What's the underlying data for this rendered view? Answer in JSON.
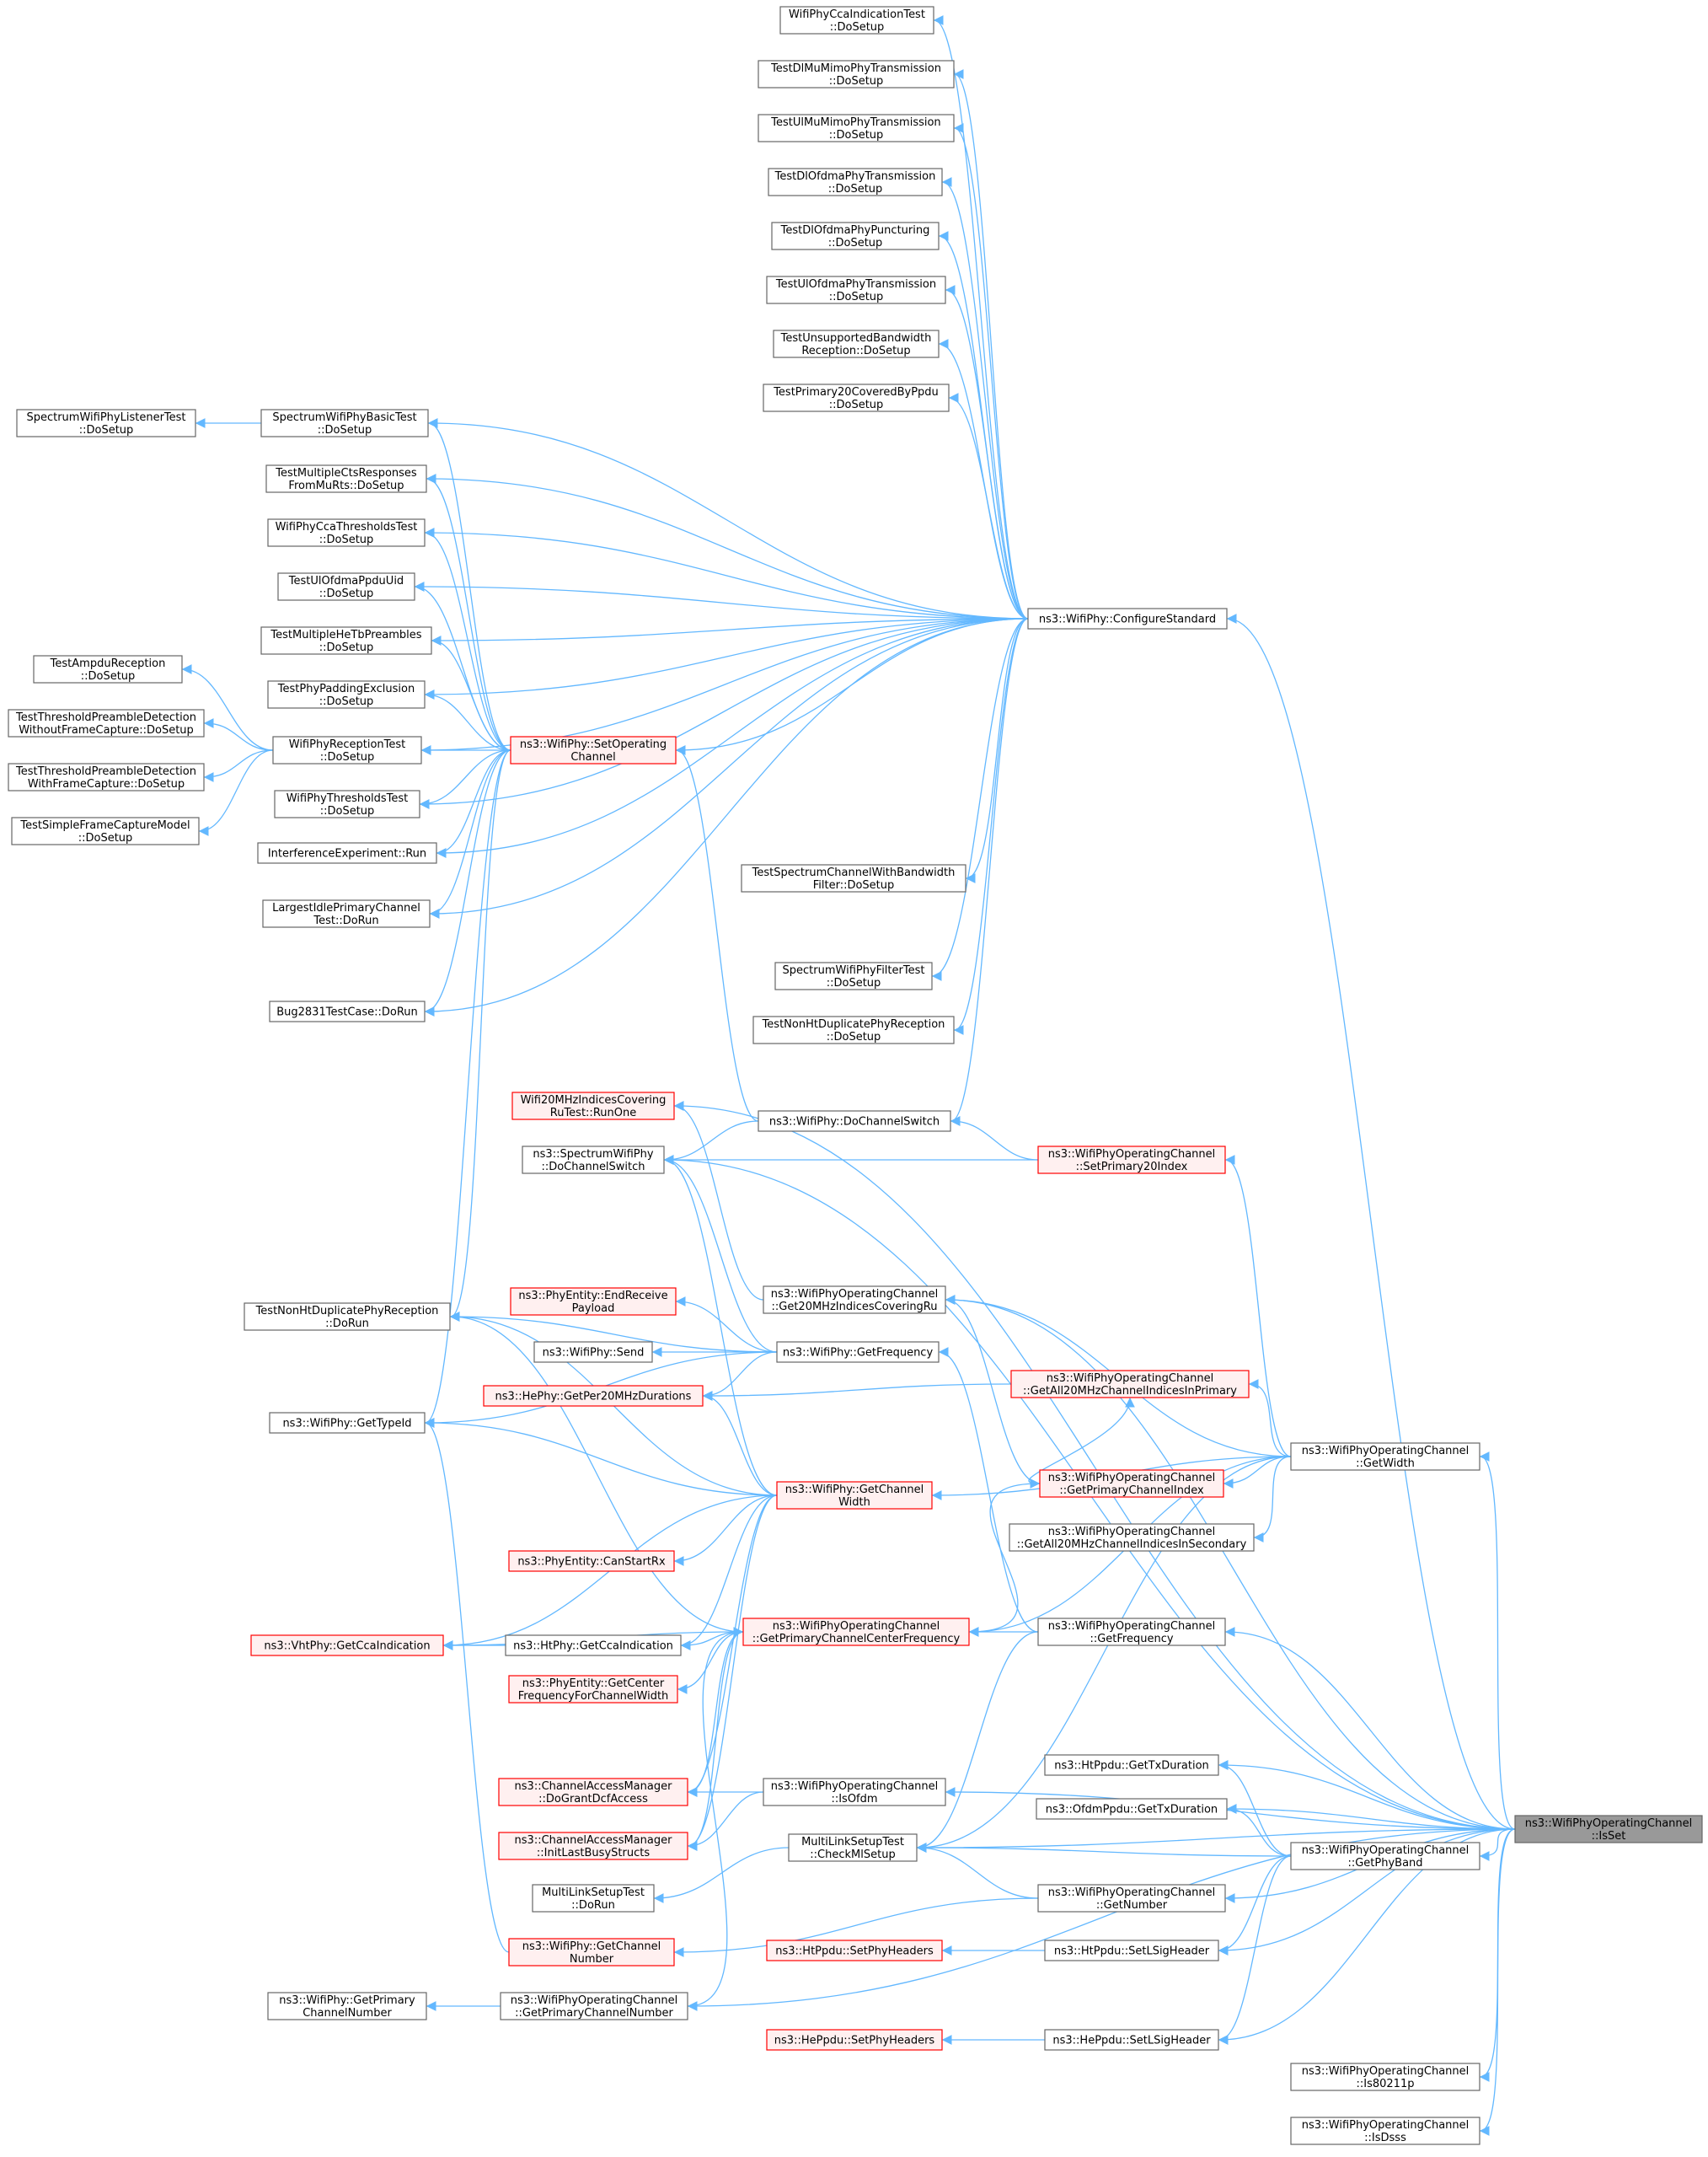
{
  "colors": {
    "edge": "#63B8FF",
    "normal_border": "#666666",
    "normal_fill": "#ffffff",
    "red_border": "#ff0000",
    "red_fill": "#fff0f0",
    "focus_fill": "#999999",
    "focus_border": "#666666",
    "text": "#000000"
  },
  "nodes": [
    {
      "id": "n1",
      "lines": [
        "WifiPhyCcaIndicationTest",
        "::DoSetup"
      ],
      "style": "normal"
    },
    {
      "id": "n2",
      "lines": [
        "TestDlMuMimoPhyTransmission",
        "::DoSetup"
      ],
      "style": "normal"
    },
    {
      "id": "n3",
      "lines": [
        "TestUlMuMimoPhyTransmission",
        "::DoSetup"
      ],
      "style": "normal"
    },
    {
      "id": "n4",
      "lines": [
        "TestDlOfdmaPhyTransmission",
        "::DoSetup"
      ],
      "style": "normal"
    },
    {
      "id": "n5",
      "lines": [
        "TestDlOfdmaPhyPuncturing",
        "::DoSetup"
      ],
      "style": "normal"
    },
    {
      "id": "n6",
      "lines": [
        "TestUlOfdmaPhyTransmission",
        "::DoSetup"
      ],
      "style": "normal"
    },
    {
      "id": "n7",
      "lines": [
        "TestUnsupportedBandwidth",
        "Reception::DoSetup"
      ],
      "style": "normal"
    },
    {
      "id": "n8",
      "lines": [
        "TestPrimary20CoveredByPpdu",
        "::DoSetup"
      ],
      "style": "normal"
    },
    {
      "id": "n9",
      "lines": [
        "SpectrumWifiPhyListenerTest",
        "::DoSetup"
      ],
      "style": "normal"
    },
    {
      "id": "n10",
      "lines": [
        "SpectrumWifiPhyBasicTest",
        "::DoSetup"
      ],
      "style": "normal"
    },
    {
      "id": "n11",
      "lines": [
        "TestMultipleCtsResponses",
        "FromMuRts::DoSetup"
      ],
      "style": "normal"
    },
    {
      "id": "n12",
      "lines": [
        "WifiPhyCcaThresholdsTest",
        "::DoSetup"
      ],
      "style": "normal"
    },
    {
      "id": "n13",
      "lines": [
        "TestUlOfdmaPpduUid",
        "::DoSetup"
      ],
      "style": "normal"
    },
    {
      "id": "n14",
      "lines": [
        "TestMultipleHeTbPreambles",
        "::DoSetup"
      ],
      "style": "normal"
    },
    {
      "id": "n15",
      "lines": [
        "TestPhyPaddingExclusion",
        "::DoSetup"
      ],
      "style": "normal"
    },
    {
      "id": "n16",
      "lines": [
        "TestAmpduReception",
        "::DoSetup"
      ],
      "style": "normal"
    },
    {
      "id": "n17",
      "lines": [
        "TestThresholdPreambleDetection",
        "WithoutFrameCapture::DoSetup"
      ],
      "style": "normal"
    },
    {
      "id": "n18",
      "lines": [
        "TestThresholdPreambleDetection",
        "WithFrameCapture::DoSetup"
      ],
      "style": "normal"
    },
    {
      "id": "n19",
      "lines": [
        "TestSimpleFrameCaptureModel",
        "::DoSetup"
      ],
      "style": "normal"
    },
    {
      "id": "n20",
      "lines": [
        "WifiPhyReceptionTest",
        "::DoSetup"
      ],
      "style": "normal"
    },
    {
      "id": "n21",
      "lines": [
        "WifiPhyThresholdsTest",
        "::DoSetup"
      ],
      "style": "normal"
    },
    {
      "id": "n22",
      "lines": [
        "InterferenceExperiment::Run"
      ],
      "style": "normal"
    },
    {
      "id": "n23",
      "lines": [
        "LargestIdlePrimaryChannel",
        "Test::DoRun"
      ],
      "style": "normal"
    },
    {
      "id": "n24",
      "lines": [
        "Bug2831TestCase::DoRun"
      ],
      "style": "normal"
    },
    {
      "id": "n25",
      "lines": [
        "ns3::WifiPhy::SetOperating",
        "Channel"
      ],
      "style": "red"
    },
    {
      "id": "n26",
      "lines": [
        "ns3::WifiPhy::ConfigureStandard"
      ],
      "style": "normal"
    },
    {
      "id": "n27",
      "lines": [
        "TestSpectrumChannelWithBandwidth",
        "Filter::DoSetup"
      ],
      "style": "normal"
    },
    {
      "id": "n28",
      "lines": [
        "SpectrumWifiPhyFilterTest",
        "::DoSetup"
      ],
      "style": "normal"
    },
    {
      "id": "n29",
      "lines": [
        "TestNonHtDuplicatePhyReception",
        "::DoSetup"
      ],
      "style": "normal"
    },
    {
      "id": "n30",
      "lines": [
        "Wifi20MHzIndicesCovering",
        "RuTest::RunOne"
      ],
      "style": "red"
    },
    {
      "id": "n31",
      "lines": [
        "ns3::WifiPhy::DoChannelSwitch"
      ],
      "style": "normal"
    },
    {
      "id": "n32",
      "lines": [
        "ns3::SpectrumWifiPhy",
        "::DoChannelSwitch"
      ],
      "style": "normal"
    },
    {
      "id": "n33",
      "lines": [
        "ns3::WifiPhyOperatingChannel",
        "::SetPrimary20Index"
      ],
      "style": "red"
    },
    {
      "id": "n34",
      "lines": [
        "TestNonHtDuplicatePhyReception",
        "::DoRun"
      ],
      "style": "normal"
    },
    {
      "id": "n35",
      "lines": [
        "ns3::PhyEntity::EndReceive",
        "Payload"
      ],
      "style": "red"
    },
    {
      "id": "n36",
      "lines": [
        "ns3::WifiPhyOperatingChannel",
        "::Get20MHzIndicesCoveringRu"
      ],
      "style": "normal"
    },
    {
      "id": "n37",
      "lines": [
        "ns3::WifiPhy::Send"
      ],
      "style": "normal"
    },
    {
      "id": "n38",
      "lines": [
        "ns3::WifiPhy::GetFrequency"
      ],
      "style": "normal"
    },
    {
      "id": "n39",
      "lines": [
        "ns3::HePhy::GetPer20MHzDurations"
      ],
      "style": "red"
    },
    {
      "id": "n40",
      "lines": [
        "ns3::WifiPhyOperatingChannel",
        "::GetAll20MHzChannelIndicesInPrimary"
      ],
      "style": "red"
    },
    {
      "id": "n41",
      "lines": [
        "ns3::WifiPhy::GetTypeId"
      ],
      "style": "normal"
    },
    {
      "id": "n42",
      "lines": [
        "ns3::WifiPhyOperatingChannel",
        "::GetWidth"
      ],
      "style": "normal"
    },
    {
      "id": "n43",
      "lines": [
        "ns3::WifiPhyOperatingChannel",
        "::GetPrimaryChannelIndex"
      ],
      "style": "red"
    },
    {
      "id": "n44",
      "lines": [
        "ns3::WifiPhy::GetChannel",
        "Width"
      ],
      "style": "red"
    },
    {
      "id": "n45",
      "lines": [
        "ns3::WifiPhyOperatingChannel",
        "::GetAll20MHzChannelIndicesInSecondary"
      ],
      "style": "normal"
    },
    {
      "id": "n46",
      "lines": [
        "ns3::PhyEntity::CanStartRx"
      ],
      "style": "red"
    },
    {
      "id": "n47",
      "lines": [
        "ns3::VhtPhy::GetCcaIndication"
      ],
      "style": "red"
    },
    {
      "id": "n48",
      "lines": [
        "ns3::HtPhy::GetCcaIndication"
      ],
      "style": "normal"
    },
    {
      "id": "n49",
      "lines": [
        "ns3::WifiPhyOperatingChannel",
        "::GetPrimaryChannelCenterFrequency"
      ],
      "style": "red"
    },
    {
      "id": "n50",
      "lines": [
        "ns3::WifiPhyOperatingChannel",
        "::GetFrequency"
      ],
      "style": "normal"
    },
    {
      "id": "n51",
      "lines": [
        "ns3::PhyEntity::GetCenter",
        "FrequencyForChannelWidth"
      ],
      "style": "red"
    },
    {
      "id": "n52",
      "lines": [
        "ns3::HtPpdu::GetTxDuration"
      ],
      "style": "normal"
    },
    {
      "id": "n53",
      "lines": [
        "ns3::ChannelAccessManager",
        "::DoGrantDcfAccess"
      ],
      "style": "red"
    },
    {
      "id": "n54",
      "lines": [
        "ns3::WifiPhyOperatingChannel",
        "::IsOfdm"
      ],
      "style": "normal"
    },
    {
      "id": "n55",
      "lines": [
        "ns3::OfdmPpdu::GetTxDuration"
      ],
      "style": "normal"
    },
    {
      "id": "n56",
      "lines": [
        "ns3::WifiPhyOperatingChannel",
        "::IsSet"
      ],
      "style": "focus"
    },
    {
      "id": "n57",
      "lines": [
        "ns3::ChannelAccessManager",
        "::InitLastBusyStructs"
      ],
      "style": "red"
    },
    {
      "id": "n58",
      "lines": [
        "MultiLinkSetupTest",
        "::CheckMlSetup"
      ],
      "style": "normal"
    },
    {
      "id": "n59",
      "lines": [
        "ns3::WifiPhyOperatingChannel",
        "::GetPhyBand"
      ],
      "style": "normal"
    },
    {
      "id": "n60",
      "lines": [
        "MultiLinkSetupTest",
        "::DoRun"
      ],
      "style": "normal"
    },
    {
      "id": "n61",
      "lines": [
        "ns3::WifiPhyOperatingChannel",
        "::GetNumber"
      ],
      "style": "normal"
    },
    {
      "id": "n62",
      "lines": [
        "ns3::WifiPhy::GetChannel",
        "Number"
      ],
      "style": "red"
    },
    {
      "id": "n63",
      "lines": [
        "ns3::HtPpdu::SetPhyHeaders"
      ],
      "style": "red"
    },
    {
      "id": "n64",
      "lines": [
        "ns3::HtPpdu::SetLSigHeader"
      ],
      "style": "normal"
    },
    {
      "id": "n65",
      "lines": [
        "ns3::WifiPhy::GetPrimary",
        "ChannelNumber"
      ],
      "style": "normal"
    },
    {
      "id": "n66",
      "lines": [
        "ns3::WifiPhyOperatingChannel",
        "::GetPrimaryChannelNumber"
      ],
      "style": "normal"
    },
    {
      "id": "n67",
      "lines": [
        "ns3::HePpdu::SetPhyHeaders"
      ],
      "style": "red"
    },
    {
      "id": "n68",
      "lines": [
        "ns3::HePpdu::SetLSigHeader"
      ],
      "style": "normal"
    },
    {
      "id": "n69",
      "lines": [
        "ns3::WifiPhyOperatingChannel",
        "::Is80211p"
      ],
      "style": "normal"
    },
    {
      "id": "n70",
      "lines": [
        "ns3::WifiPhyOperatingChannel",
        "::IsDsss"
      ],
      "style": "normal"
    }
  ],
  "edges": [
    [
      "n26",
      "n1"
    ],
    [
      "n26",
      "n2"
    ],
    [
      "n26",
      "n3"
    ],
    [
      "n26",
      "n4"
    ],
    [
      "n26",
      "n5"
    ],
    [
      "n26",
      "n6"
    ],
    [
      "n26",
      "n7"
    ],
    [
      "n26",
      "n8"
    ],
    [
      "n26",
      "n10"
    ],
    [
      "n26",
      "n11"
    ],
    [
      "n26",
      "n12"
    ],
    [
      "n26",
      "n13"
    ],
    [
      "n26",
      "n14"
    ],
    [
      "n26",
      "n15"
    ],
    [
      "n26",
      "n20"
    ],
    [
      "n26",
      "n21"
    ],
    [
      "n26",
      "n22"
    ],
    [
      "n26",
      "n23"
    ],
    [
      "n26",
      "n24"
    ],
    [
      "n26",
      "n25"
    ],
    [
      "n26",
      "n27"
    ],
    [
      "n26",
      "n28"
    ],
    [
      "n26",
      "n29"
    ],
    [
      "n26",
      "n31"
    ],
    [
      "n10",
      "n9"
    ],
    [
      "n20",
      "n16"
    ],
    [
      "n20",
      "n17"
    ],
    [
      "n20",
      "n18"
    ],
    [
      "n20",
      "n19"
    ],
    [
      "n25",
      "n10"
    ],
    [
      "n25",
      "n11"
    ],
    [
      "n25",
      "n12"
    ],
    [
      "n25",
      "n13"
    ],
    [
      "n25",
      "n14"
    ],
    [
      "n25",
      "n15"
    ],
    [
      "n25",
      "n20"
    ],
    [
      "n25",
      "n21"
    ],
    [
      "n25",
      "n22"
    ],
    [
      "n25",
      "n23"
    ],
    [
      "n25",
      "n24"
    ],
    [
      "n25",
      "n34"
    ],
    [
      "n25",
      "n41"
    ],
    [
      "n31",
      "n25"
    ],
    [
      "n31",
      "n32"
    ],
    [
      "n33",
      "n31"
    ],
    [
      "n33",
      "n32"
    ],
    [
      "n36",
      "n30"
    ],
    [
      "n38",
      "n32"
    ],
    [
      "n38",
      "n34"
    ],
    [
      "n38",
      "n35"
    ],
    [
      "n38",
      "n37"
    ],
    [
      "n38",
      "n39"
    ],
    [
      "n38",
      "n41"
    ],
    [
      "n40",
      "n39"
    ],
    [
      "n42",
      "n33"
    ],
    [
      "n42",
      "n36"
    ],
    [
      "n42",
      "n40"
    ],
    [
      "n42",
      "n43"
    ],
    [
      "n42",
      "n44"
    ],
    [
      "n42",
      "n45"
    ],
    [
      "n42",
      "n49"
    ],
    [
      "n42",
      "n58"
    ],
    [
      "n43",
      "n36"
    ],
    [
      "n43",
      "n40"
    ],
    [
      "n44",
      "n32"
    ],
    [
      "n44",
      "n34"
    ],
    [
      "n44",
      "n39"
    ],
    [
      "n44",
      "n41"
    ],
    [
      "n44",
      "n46"
    ],
    [
      "n44",
      "n47"
    ],
    [
      "n44",
      "n48"
    ],
    [
      "n44",
      "n53"
    ],
    [
      "n44",
      "n57"
    ],
    [
      "n48",
      "n47"
    ],
    [
      "n49",
      "n43"
    ],
    [
      "n49",
      "n34"
    ],
    [
      "n49",
      "n47"
    ],
    [
      "n49",
      "n48"
    ],
    [
      "n49",
      "n51"
    ],
    [
      "n49",
      "n53"
    ],
    [
      "n49",
      "n57"
    ],
    [
      "n50",
      "n38"
    ],
    [
      "n50",
      "n49"
    ],
    [
      "n50",
      "n58"
    ],
    [
      "n54",
      "n53"
    ],
    [
      "n54",
      "n57"
    ],
    [
      "n58",
      "n60"
    ],
    [
      "n59",
      "n52"
    ],
    [
      "n59",
      "n55"
    ],
    [
      "n59",
      "n58"
    ],
    [
      "n59",
      "n64"
    ],
    [
      "n59",
      "n68"
    ],
    [
      "n61",
      "n58"
    ],
    [
      "n61",
      "n62"
    ],
    [
      "n62",
      "n41"
    ],
    [
      "n64",
      "n63"
    ],
    [
      "n68",
      "n67"
    ],
    [
      "n66",
      "n65"
    ],
    [
      "n66",
      "n49"
    ],
    [
      "n56",
      "n26"
    ],
    [
      "n56",
      "n30"
    ],
    [
      "n56",
      "n32"
    ],
    [
      "n56",
      "n36"
    ],
    [
      "n56",
      "n42"
    ],
    [
      "n56",
      "n50"
    ],
    [
      "n56",
      "n52"
    ],
    [
      "n56",
      "n54"
    ],
    [
      "n56",
      "n55"
    ],
    [
      "n56",
      "n58"
    ],
    [
      "n56",
      "n59"
    ],
    [
      "n56",
      "n61"
    ],
    [
      "n56",
      "n64"
    ],
    [
      "n56",
      "n66"
    ],
    [
      "n56",
      "n68"
    ],
    [
      "n56",
      "n69"
    ],
    [
      "n56",
      "n70"
    ]
  ]
}
